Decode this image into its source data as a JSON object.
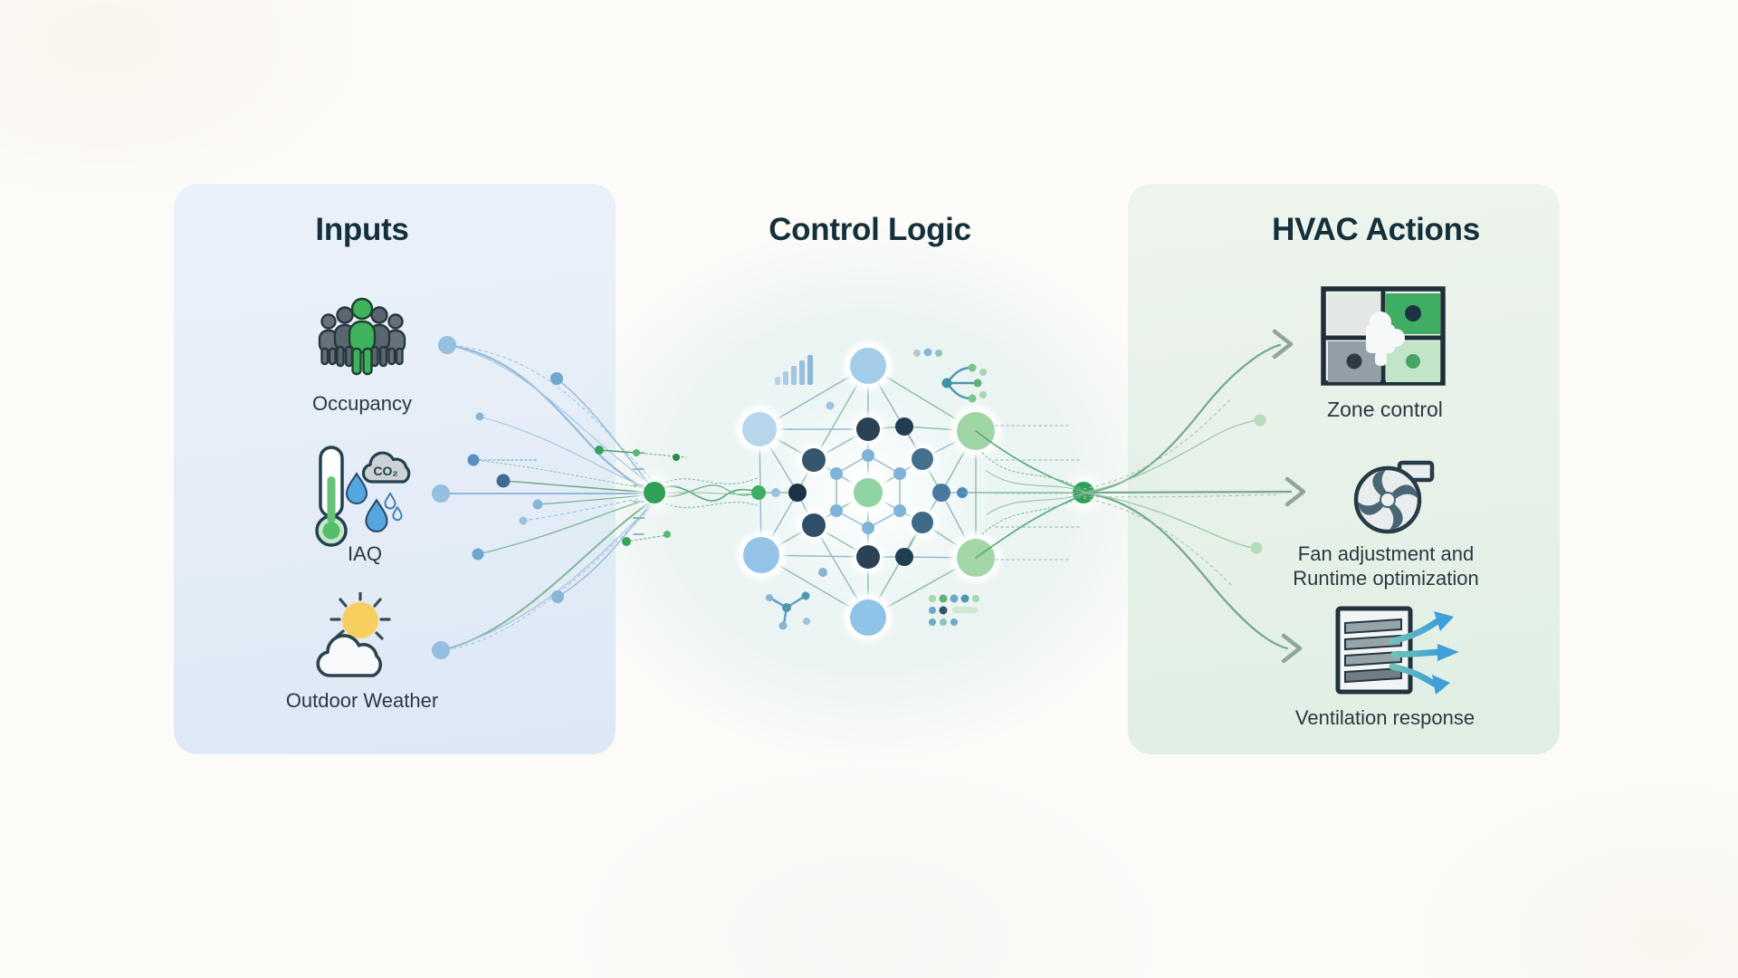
{
  "titles": {
    "inputs": "Inputs",
    "control": "Control Logic",
    "actions": "HVAC Actions"
  },
  "inputs": {
    "items": [
      {
        "label": "Occupancy",
        "icon": "occupancy-people-icon"
      },
      {
        "label": "IAQ",
        "icon": "iaq-thermometer-co2-droplets-icon",
        "co2_label": "CO₂"
      },
      {
        "label": "Outdoor Weather",
        "icon": "sun-cloud-icon"
      }
    ]
  },
  "control": {
    "graphic": "neural-network-graphic"
  },
  "actions": {
    "items": [
      {
        "label": "Zone control",
        "icon": "zone-floorplan-puzzle-icon"
      },
      {
        "label_lines": [
          "Fan adjustment and",
          "Runtime optimization"
        ],
        "icon": "fan-blower-icon"
      },
      {
        "label": "Ventilation response",
        "icon": "vent-louver-airflow-icon"
      }
    ]
  },
  "colors": {
    "panel_blue": "#e7eef8",
    "panel_green": "#e7f1e8",
    "title_text": "#14303a",
    "label_text": "#2a3941",
    "accent_green": "#2ea157",
    "accent_blue": "#96bede",
    "flow_blue": "#8fb6d8",
    "flow_green": "#6fae91",
    "arrow_gray_green": "#8fa698",
    "airflow_blue": "#3f9fd8"
  }
}
